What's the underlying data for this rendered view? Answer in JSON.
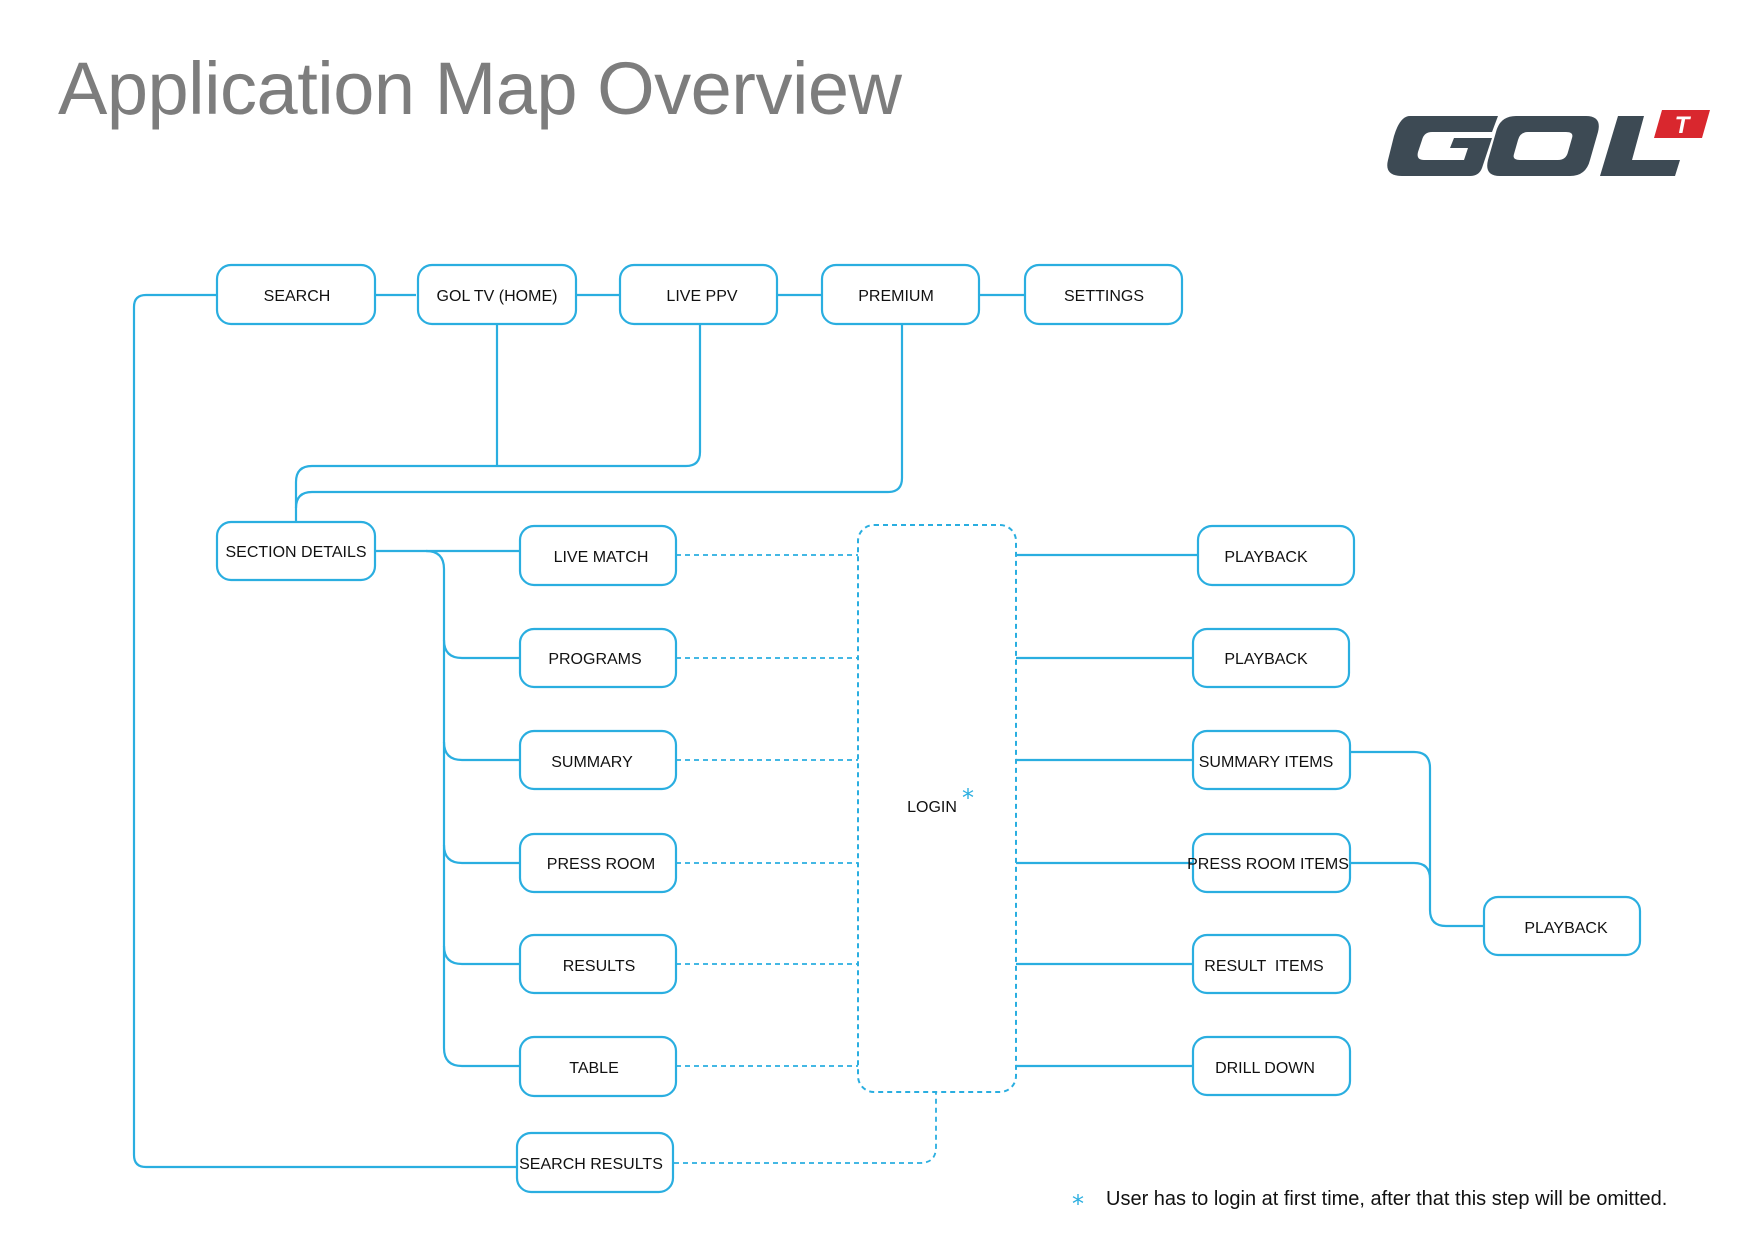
{
  "title": "Application Map Overview",
  "logo": {
    "text": "GOL",
    "badge": "T",
    "colors": {
      "wordmark": "#3d4a54",
      "badge": "#d9272e"
    }
  },
  "colors": {
    "accent": "#2aaee0",
    "title": "#7d7d7d",
    "text": "#111111"
  },
  "nodes": {
    "search": "SEARCH",
    "home": "GOL TV (HOME)",
    "live_ppv": "LIVE PPV",
    "premium": "PREMIUM",
    "settings": "SETTINGS",
    "section_details": "SECTION DETAILS",
    "live_match": "LIVE MATCH",
    "programs": "PROGRAMS",
    "summary": "SUMMARY",
    "press_room": "PRESS ROOM",
    "results": "RESULTS",
    "table": "TABLE",
    "search_results": "SEARCH RESULTS",
    "login": "LOGIN",
    "playback_1": "PLAYBACK",
    "playback_2": "PLAYBACK",
    "summary_items": "SUMMARY ITEMS",
    "press_room_items": "PRESS ROOM ITEMS",
    "result_items": "RESULT  ITEMS",
    "drill_down": "DRILL DOWN",
    "playback_3": "PLAYBACK"
  },
  "login_marker": "*",
  "footnote": {
    "marker": "*",
    "text": "User has to login at first time, after that this step will be omitted."
  }
}
